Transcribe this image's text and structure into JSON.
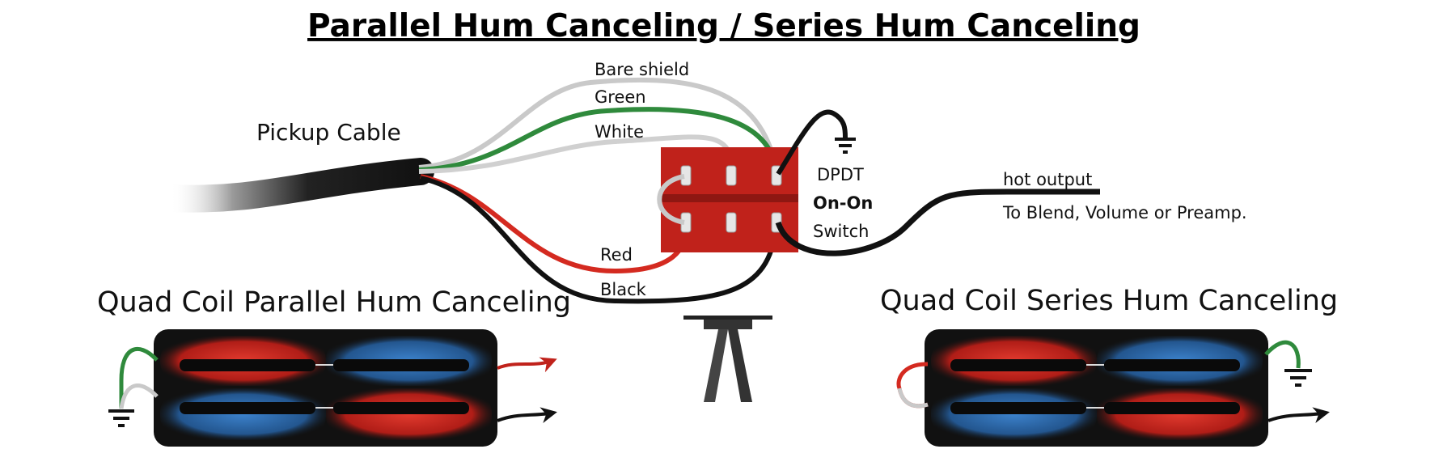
{
  "title": "Parallel Hum Canceling / Series Hum Canceling",
  "cable": {
    "label": "Pickup Cable",
    "wires": {
      "bare_shield": "Bare shield",
      "green": "Green",
      "white": "White",
      "red": "Red",
      "black": "Black"
    }
  },
  "switch": {
    "line1": "DPDT",
    "line2": "On-On",
    "line3": "Switch"
  },
  "output": {
    "label": "hot output",
    "destination": "To Blend, Volume or Preamp."
  },
  "pickups": {
    "parallel": "Quad Coil Parallel Hum Canceling",
    "series": "Quad Coil Series Hum Canceling"
  },
  "colors": {
    "switch_body": "#c0221b",
    "wire_red": "#d42a20",
    "wire_green": "#2f8a3c",
    "wire_white": "#c9c9c9",
    "wire_black": "#111111",
    "coil_red": "#d1261f",
    "coil_blue": "#2f6fb5"
  }
}
